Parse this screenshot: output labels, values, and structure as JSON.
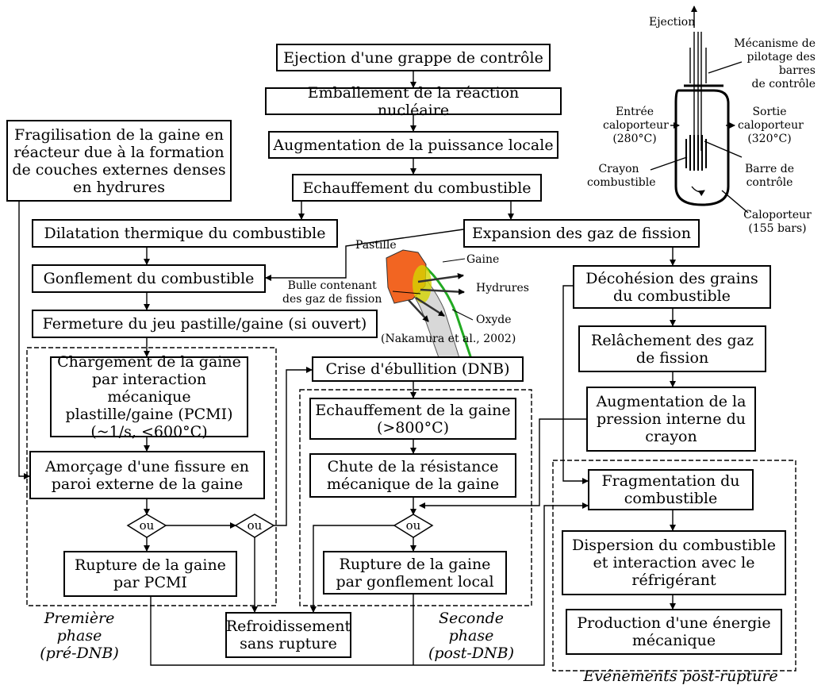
{
  "steps": {
    "ejection": "Ejection d'une grappe de contrôle",
    "emballement": "Emballement de la réaction nucléaire",
    "augmentation": "Augmentation de la puissance locale",
    "echauffement_comb": "Echauffement du combustible",
    "dilatation": "Dilatation thermique du combustible",
    "expansion": "Expansion des gaz de fission",
    "fragilisation": "Fragilisation de la gaine en réacteur due à la formation de couches externes denses en hydrures",
    "gonflement": "Gonflement du combustible",
    "fermeture": "Fermeture du jeu pastille/gaine (si ouvert)",
    "chargement": "Chargement de la gaine par interaction mécanique plastille/gaine (PCMI) (~1/s, <600°C)",
    "amorcage": "Amorçage d'une fissure en paroi externe de la gaine",
    "rupture_pcmi": "Rupture de la gaine par PCMI",
    "refroidissement": "Refroidissement sans rupture",
    "crise": "Crise d'ébullition (DNB)",
    "echauffement_gaine": "Echauffement de la gaine (>800°C)",
    "chute": "Chute de la résistance mécanique de la gaine",
    "rupture_gonflement": "Rupture de la gaine par gonflement local",
    "decohesion": "Décohésion des grains du combustible",
    "relachement": "Relâchement des gaz de fission",
    "augmentation_pression": "Augmentation de la pression interne du crayon",
    "fragmentation": "Fragmentation du combustible",
    "dispersion": "Dispersion du combustible et interaction avec le réfrigérant",
    "production": "Production d'une énergie mécanique"
  },
  "gates": {
    "or_label": "ou"
  },
  "phases": {
    "premiere_title": "Première phase",
    "premiere_sub": "(pré-DNB)",
    "seconde_title": "Seconde phase",
    "seconde_sub": "(post-DNB)",
    "post_rupture": "Evénements post-rupture"
  },
  "pellet_figure": {
    "pastille": "Pastille",
    "gaine": "Gaine",
    "bulle_line1": "Bulle contenant",
    "bulle_line2": "des gaz de fission",
    "hydrures": "Hydrures",
    "oxyde": "Oxyde",
    "citation": "(Nakamura et al., 2002)"
  },
  "reactor_figure": {
    "ejection": "Ejection",
    "mecanisme_1": "Mécanisme de",
    "mecanisme_2": "pilotage des barres",
    "mecanisme_3": "de contrôle",
    "entree_1": "Entrée",
    "entree_2": "caloporteur",
    "entree_3": "(280°C)",
    "sortie_1": "Sortie",
    "sortie_2": "caloporteur",
    "sortie_3": "(320°C)",
    "crayon_1": "Crayon",
    "crayon_2": "combustible",
    "barre_1": "Barre de",
    "barre_2": "contrôle",
    "calo_1": "Caloporteur",
    "calo_2": "(155 bars)"
  },
  "colors": {
    "pellet": "#f26522",
    "gaine": "#d8d8d8",
    "hydrures": "#d4d400",
    "oxyde": "#22aa22"
  }
}
